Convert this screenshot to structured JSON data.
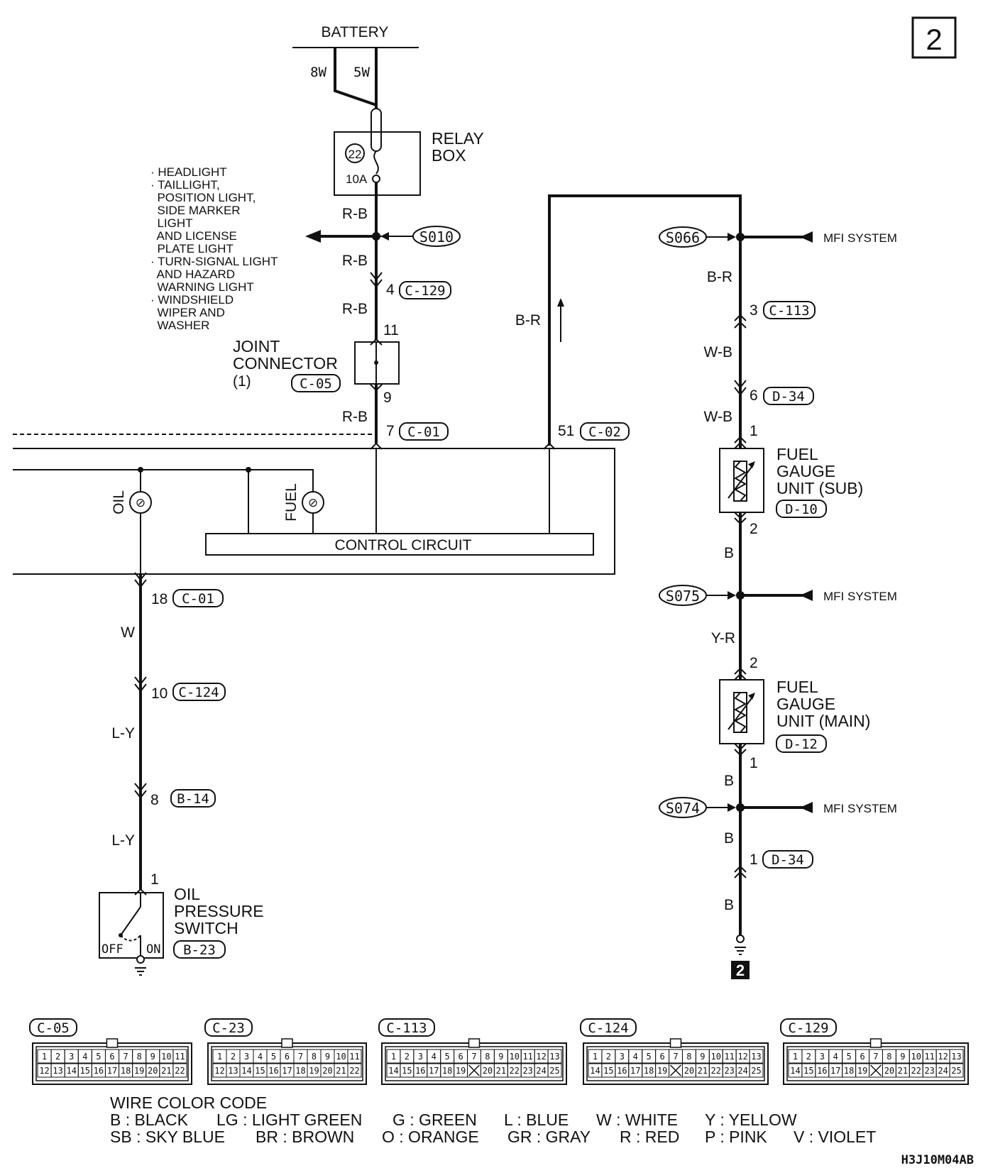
{
  "page_number": "2",
  "bottom_tag": "2",
  "battery": {
    "label": "BATTERY",
    "wire_left": "8W",
    "wire_right": "5W"
  },
  "relay_box": {
    "label_line1": "RELAY",
    "label_line2": "BOX",
    "fuse_number": "22",
    "fuse_rating": "10A"
  },
  "feed_list": [
    "· HEADLIGHT",
    "· TAILLIGHT,",
    "  POSITION LIGHT,",
    "  SIDE MARKER",
    "  LIGHT",
    "  AND LICENSE",
    "  PLATE LIGHT",
    "· TURN-SIGNAL LIGHT",
    "  AND HAZARD",
    "  WARNING LIGHT",
    "· WINDSHIELD",
    "  WIPER AND",
    "  WASHER"
  ],
  "splices": {
    "s010": "S010",
    "s066": "S066",
    "s075": "S075",
    "s074": "S074"
  },
  "mfi": {
    "label1": "MFI SYSTEM",
    "label2": "MFI SYSTEM",
    "label3": "MFI SYSTEM"
  },
  "wires": {
    "rb1": "R-B",
    "rb2": "R-B",
    "rb3": "R-B",
    "rb4": "R-B",
    "br_left": "B-R",
    "br_right": "B-R",
    "wb1": "W-B",
    "wb2": "W-B",
    "b1": "B",
    "yr": "Y-R",
    "b2": "B",
    "b3": "B",
    "b4": "B",
    "w": "W",
    "ly1": "L-Y",
    "ly2": "L-Y"
  },
  "pins": {
    "c129": "4",
    "jc_in": "11",
    "jc_out": "9",
    "c01_7": "7",
    "c02_51": "51",
    "c113": "3",
    "d34_6": "6",
    "d10_in": "1",
    "d10_out": "2",
    "d12_in": "2",
    "d12_out": "1",
    "d34_1": "1",
    "c01_18": "18",
    "c124": "10",
    "b14": "8",
    "b23": "1"
  },
  "connectors": {
    "c129": "C-129",
    "c05": "C-05",
    "c01a": "C-01",
    "c02": "C-02",
    "c113": "C-113",
    "d34a": "D-34",
    "d10": "D-10",
    "d12": "D-12",
    "d34b": "D-34",
    "c01b": "C-01",
    "c124": "C-124",
    "b14": "B-14",
    "b23": "B-23"
  },
  "joint_connector": {
    "line1": "JOINT",
    "line2": "CONNECTOR",
    "line3": "(1)"
  },
  "meter": {
    "oil": "OIL",
    "fuel": "FUEL",
    "control": "CONTROL CIRCUIT"
  },
  "fuel_sub": {
    "line1": "FUEL",
    "line2": "GAUGE",
    "line3": "UNIT (SUB)"
  },
  "fuel_main": {
    "line1": "FUEL",
    "line2": "GAUGE",
    "line3": "UNIT (MAIN)"
  },
  "oil_switch": {
    "line1": "OIL",
    "line2": "PRESSURE",
    "line3": "SWITCH",
    "off": "OFF",
    "on": "ON"
  },
  "connector_views": [
    {
      "id": "C-05",
      "top": [
        "1",
        "2",
        "3",
        "4",
        "5",
        "6",
        "7",
        "8",
        "9",
        "10",
        "11"
      ],
      "bottom": [
        "12",
        "13",
        "14",
        "15",
        "16",
        "17",
        "18",
        "19",
        "20",
        "21",
        "22"
      ]
    },
    {
      "id": "C-23",
      "top": [
        "1",
        "2",
        "3",
        "4",
        "5",
        "6",
        "7",
        "8",
        "9",
        "10",
        "11"
      ],
      "bottom": [
        "12",
        "13",
        "14",
        "15",
        "16",
        "17",
        "18",
        "19",
        "20",
        "21",
        "22"
      ]
    },
    {
      "id": "C-113",
      "top": [
        "1",
        "2",
        "3",
        "4",
        "5",
        "6",
        "7",
        "8",
        "9",
        "10",
        "11",
        "12",
        "13"
      ],
      "bottom": [
        "14",
        "15",
        "16",
        "17",
        "18",
        "19",
        "X",
        "20",
        "21",
        "22",
        "23",
        "24",
        "25"
      ]
    },
    {
      "id": "C-124",
      "top": [
        "1",
        "2",
        "3",
        "4",
        "5",
        "6",
        "7",
        "8",
        "9",
        "10",
        "11",
        "12",
        "13"
      ],
      "bottom": [
        "14",
        "15",
        "16",
        "17",
        "18",
        "19",
        "X",
        "20",
        "21",
        "22",
        "23",
        "24",
        "25"
      ]
    },
    {
      "id": "C-129",
      "top": [
        "1",
        "2",
        "3",
        "4",
        "5",
        "6",
        "7",
        "8",
        "9",
        "10",
        "11",
        "12",
        "13"
      ],
      "bottom": [
        "14",
        "15",
        "16",
        "17",
        "18",
        "19",
        "X",
        "20",
        "21",
        "22",
        "23",
        "24",
        "25"
      ]
    }
  ],
  "color_code": {
    "title": "WIRE COLOR CODE",
    "row1": [
      "B : BLACK",
      "LG : LIGHT GREEN",
      "G : GREEN",
      "L : BLUE",
      "W : WHITE",
      "Y : YELLOW"
    ],
    "row2": [
      "SB : SKY BLUE",
      "BR : BROWN",
      "O : ORANGE",
      "GR : GRAY",
      "R : RED",
      "P : PINK",
      "V : VIOLET"
    ]
  },
  "drawing_code": "H3J10M04AB"
}
